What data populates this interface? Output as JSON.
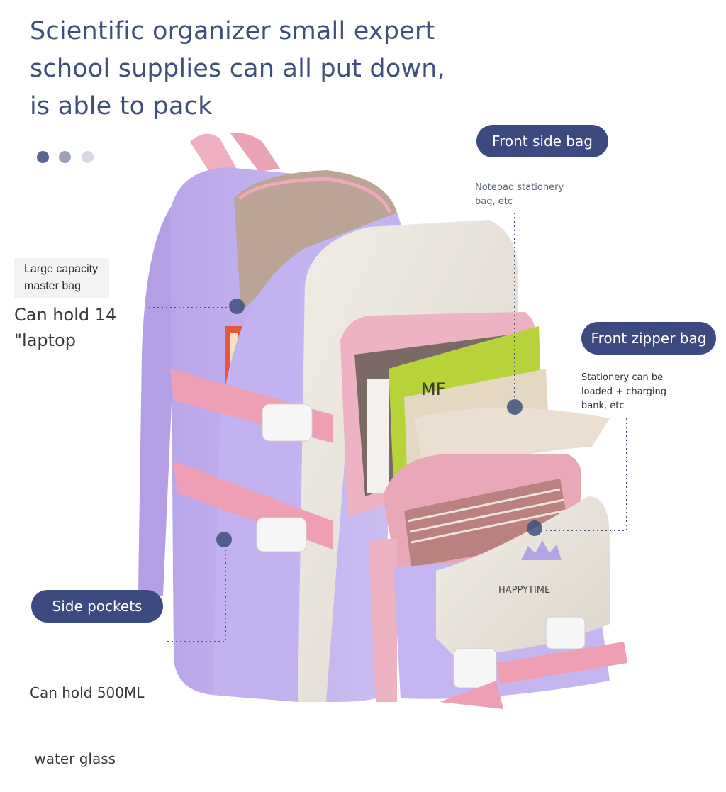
{
  "headline": {
    "line1": "Scientific organizer small expert",
    "line2": "school supplies can all put down,",
    "line3": "is able to pack"
  },
  "carousel": {
    "dot_colors": [
      "#5a6590",
      "#9aa0b8",
      "#d6d9e2"
    ]
  },
  "callouts": {
    "front_side_bag": {
      "title": "Front side bag",
      "desc_line1": "Notepad stationery",
      "desc_line2": "bag, etc"
    },
    "master_bag": {
      "title_line1": "Large capacity",
      "title_line2": "master bag",
      "desc_line1": "Can hold 14",
      "desc_line2": "\"laptop"
    },
    "front_zipper_bag": {
      "title": "Front zipper bag",
      "desc_line1": "Stationery can be",
      "desc_line2": "loaded + charging",
      "desc_line3": "bank, etc"
    },
    "side_pockets": {
      "title": "Side pockets",
      "desc_line1": "Can hold 500ML",
      "desc_line2": " water glass"
    }
  },
  "product": {
    "book_label": "MF",
    "flap_label": "HAPPYTIME"
  },
  "colors": {
    "accent": "#3c4a80",
    "lavender": "#c7b6ef",
    "pink": "#efb3c1",
    "cream": "#ece6dc"
  }
}
